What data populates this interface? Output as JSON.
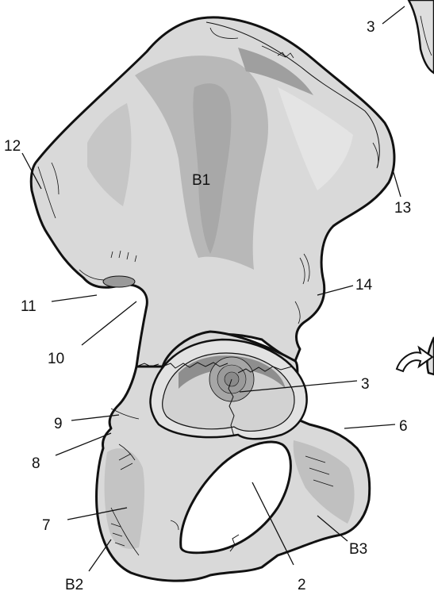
{
  "colors": {
    "bone_light": "#e6e6e6",
    "bone_mid": "#cfcfcf",
    "bone_shade": "#b4b4b4",
    "bone_dark": "#9a9a9a",
    "outline": "#111111",
    "background": "#ffffff"
  },
  "labels": {
    "b1": "B1",
    "b2": "B2",
    "b3": "B3",
    "n2": "2",
    "n3_top": "3",
    "n3_center": "3",
    "n6": "6",
    "n7": "7",
    "n8": "8",
    "n9": "9",
    "n10": "10",
    "n11": "11",
    "n12": "12",
    "n13": "13",
    "n14": "14"
  },
  "icons": {
    "arrow": "curved-arrow-icon"
  }
}
